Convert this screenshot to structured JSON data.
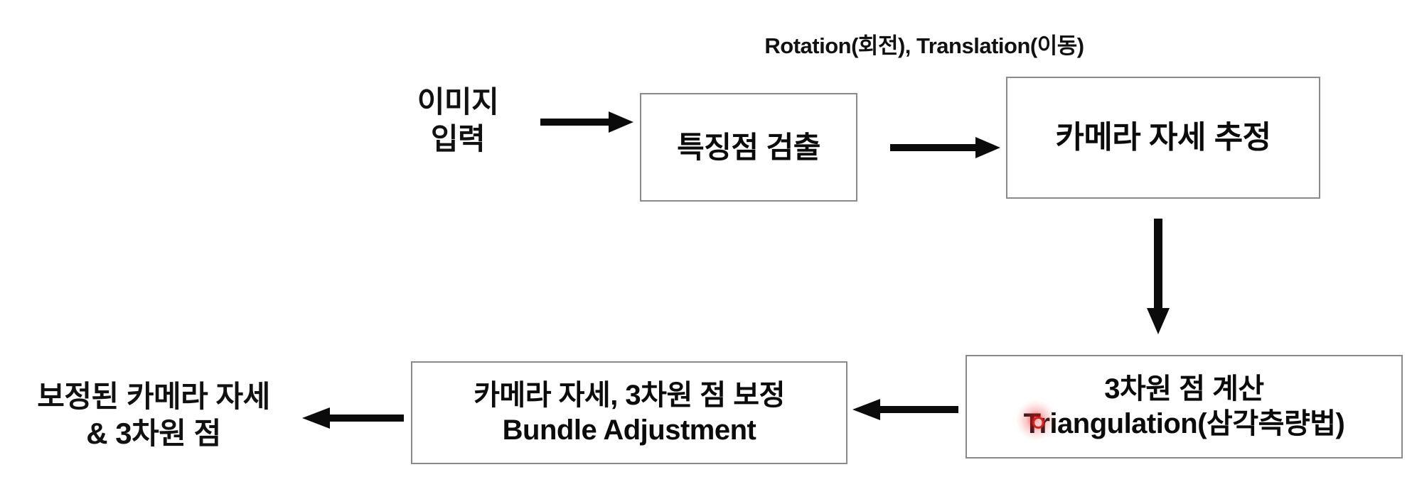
{
  "diagram": {
    "title_note": "Rotation(회전), Translation(이동)",
    "accent_color": "#e01b1b",
    "box_border_color": "#8a8a8a",
    "text_color": "#0b0b0b",
    "nodes": {
      "image_input": {
        "lines": [
          "이미지",
          "입력"
        ]
      },
      "feature_detection": {
        "lines": [
          "특징점 검출"
        ]
      },
      "camera_pose_estimation": {
        "lines": [
          "카메라 자세 추정"
        ]
      },
      "triangulation": {
        "lines": [
          "3차원 점 계산",
          "Triangulation(삼각측량법)"
        ]
      },
      "bundle_adjustment": {
        "lines": [
          "카메라 자세, 3차원 점 보정",
          "Bundle Adjustment"
        ]
      },
      "refined_output": {
        "lines": [
          "보정된 카메라 자세",
          "& 3차원 점"
        ]
      }
    },
    "arrows": [
      {
        "name": "image-input-to-feature-detection",
        "direction": "right"
      },
      {
        "name": "feature-detection-to-pose-estimation",
        "direction": "right"
      },
      {
        "name": "pose-estimation-to-triangulation",
        "direction": "down"
      },
      {
        "name": "triangulation-to-bundle-adjustment",
        "direction": "left"
      },
      {
        "name": "bundle-adjustment-to-refined-output",
        "direction": "left"
      }
    ],
    "cursor": {
      "name": "mouse-cursor-highlight"
    }
  }
}
